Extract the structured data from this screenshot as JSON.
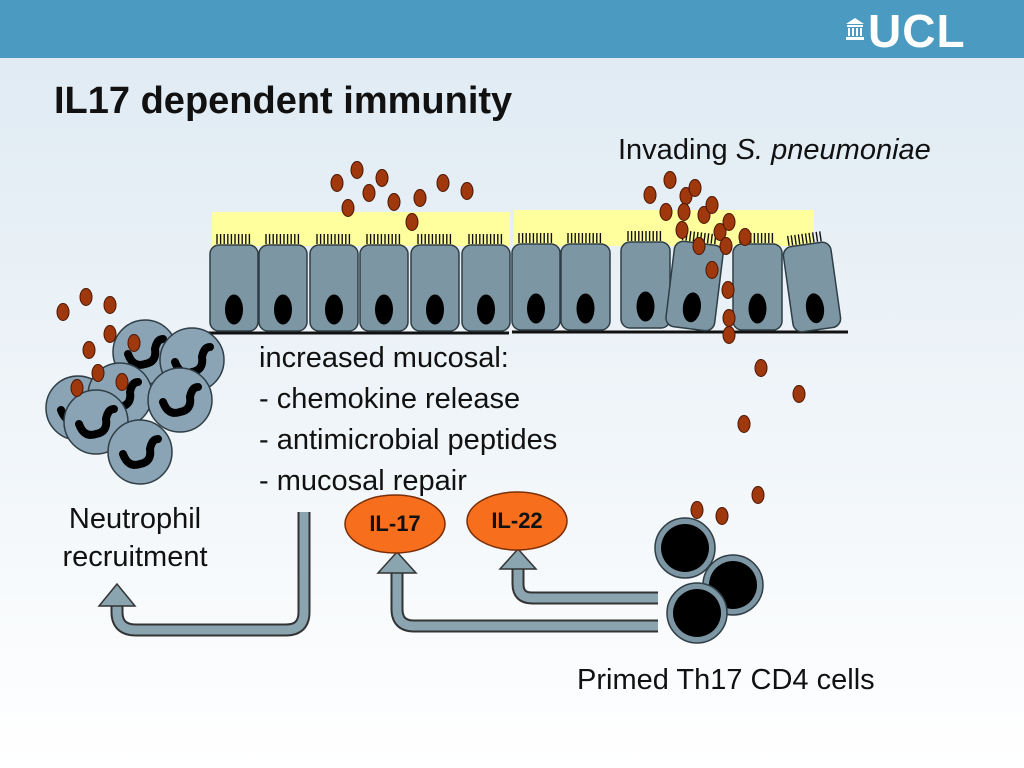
{
  "header": {
    "logo_text": "UCL",
    "logo_icon": "portico-icon",
    "bar_color": "#4a9ac1"
  },
  "title": "IL17 dependent immunity",
  "invading": {
    "prefix": "Invading ",
    "species": "S. pneumoniae"
  },
  "effects": {
    "heading": "increased mucosal:",
    "items": [
      "- chemokine release",
      "- antimicrobial peptides",
      "- mucosal repair"
    ]
  },
  "neutrophil_label": [
    "Neutrophil",
    "recruitment"
  ],
  "primed_label": "Primed Th17 CD4 cells",
  "cytokines": [
    "IL-17",
    "IL-22"
  ],
  "colors": {
    "bacteria": "#a0380d",
    "epithelial_cell": "#7d96a4",
    "mucus": "#ffff9e",
    "cytokine": "#f76e1c",
    "arrow": "#8aa4b0",
    "neutrophil": "#8aa4b6",
    "t_cell": "#7d96a4"
  }
}
